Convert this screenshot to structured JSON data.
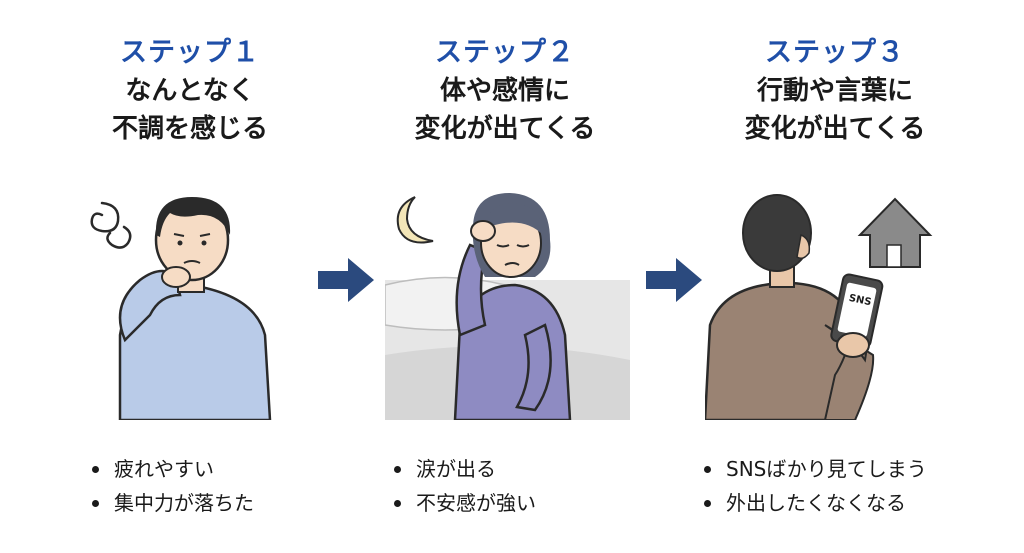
{
  "steps": [
    {
      "label": "ステップ１",
      "title_line1": "なんとなく",
      "title_line2": "不調を感じる",
      "bullets": [
        "疲れやすい",
        "集中力が落ちた"
      ]
    },
    {
      "label": "ステップ２",
      "title_line1": "体や感情に",
      "title_line2": "変化が出てくる",
      "bullets": [
        "涙が出る",
        "不安感が強い"
      ]
    },
    {
      "label": "ステップ３",
      "title_line1": "行動や言葉に",
      "title_line2": "変化が出てくる",
      "bullets": [
        "SNSばかり見てしまう",
        "外出したくなくなる"
      ]
    }
  ],
  "phone_text": "SNS",
  "colors": {
    "accent": "#1f4fa8",
    "arrow": "#2b4a7e",
    "shirt_blue": "#b9cbe8",
    "sweater_purple": "#8e8bc2",
    "jacket_brown": "#9a8373",
    "house_gray": "#8a8a8a"
  }
}
